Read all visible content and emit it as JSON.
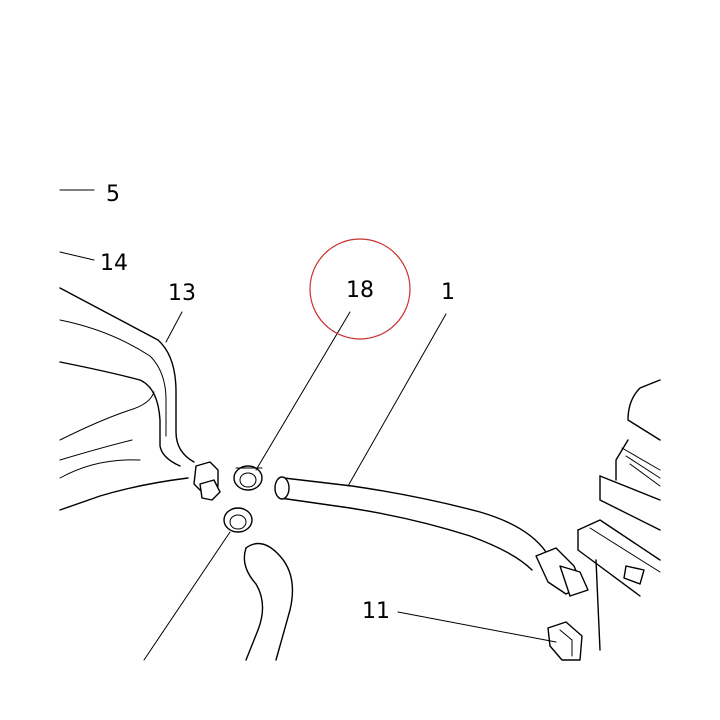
{
  "callouts": {
    "c5": "5",
    "c14": "14",
    "c13": "13",
    "c18": "18",
    "c1": "1",
    "c11": "11"
  },
  "highlight": {
    "callout": "18",
    "color": "#c8322f"
  }
}
